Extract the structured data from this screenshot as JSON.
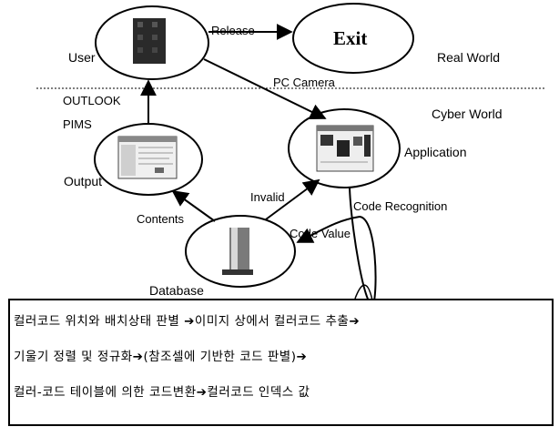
{
  "nodes": {
    "user": {
      "label": "User"
    },
    "exit": {
      "label": "Exit"
    },
    "output": {
      "label": "Output"
    },
    "application": {
      "label": "Application"
    },
    "database": {
      "label": "Database"
    }
  },
  "regions": {
    "real_world": "Real World",
    "cyber_world": "Cyber World"
  },
  "edge_labels": {
    "release": "Release",
    "pc_camera": "PC Camera",
    "outlook": "OUTLOOK",
    "pims": "PIMS",
    "invalid": "Invalid",
    "code_recognition": "Code Recognition",
    "code_value": "Code Value",
    "contents": "Contents"
  },
  "process_steps": [
    "컬러코드 위치와 배치상태 판별 ➔이미지 상에서 컬러코드 추출➔",
    "기울기 정렬 및 정규화➔(참조셀에 기반한 코드 판별)➔",
    "컬러-코드 테이블에 의한 코드변환➔컬러코드 인덱스 값"
  ],
  "colors": {
    "line": "#000000",
    "background": "#ffffff"
  },
  "icons": {
    "user_screen": "dark-device-screen-icon",
    "output_screen": "output-window-thumbnail-icon",
    "application_screen": "application-window-thumbnail-icon",
    "database_shape": "database-cylinder-icon"
  }
}
